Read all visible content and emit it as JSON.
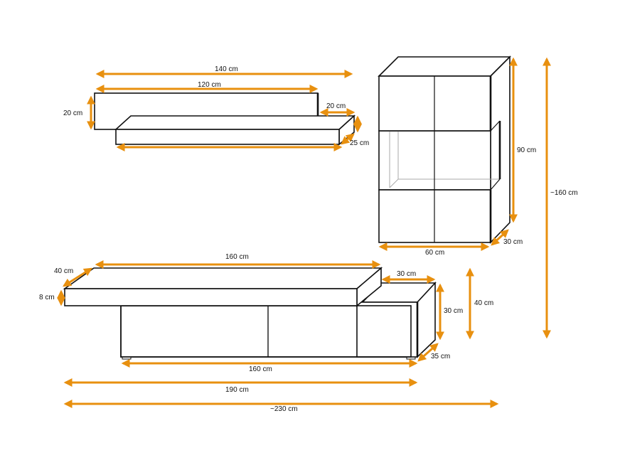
{
  "diagram": {
    "type": "furniture dimension drawing",
    "accent_color": "#E8900F",
    "line_color": "#111111",
    "background": "#FFFFFF"
  },
  "wall_shelves": {
    "labels": {
      "total_width": "140 cm",
      "upper_width": "120 cm",
      "height": "20 cm",
      "offset": "20 cm",
      "depth": "25 cm"
    }
  },
  "wall_cabinet": {
    "labels": {
      "height": "90 cm",
      "width": "60 cm",
      "depth": "30 cm",
      "mount_height": "~160 cm"
    }
  },
  "tv_stand": {
    "labels": {
      "top_width": "160 cm",
      "top_depth": "40 cm",
      "top_thickness": "8 cm",
      "base_width": "160 cm",
      "side_width": "30 cm",
      "side_height": "30 cm",
      "overall_height": "40 cm",
      "side_depth": "35 cm",
      "total_width": "190 cm",
      "overall_width": "~230 cm"
    }
  }
}
